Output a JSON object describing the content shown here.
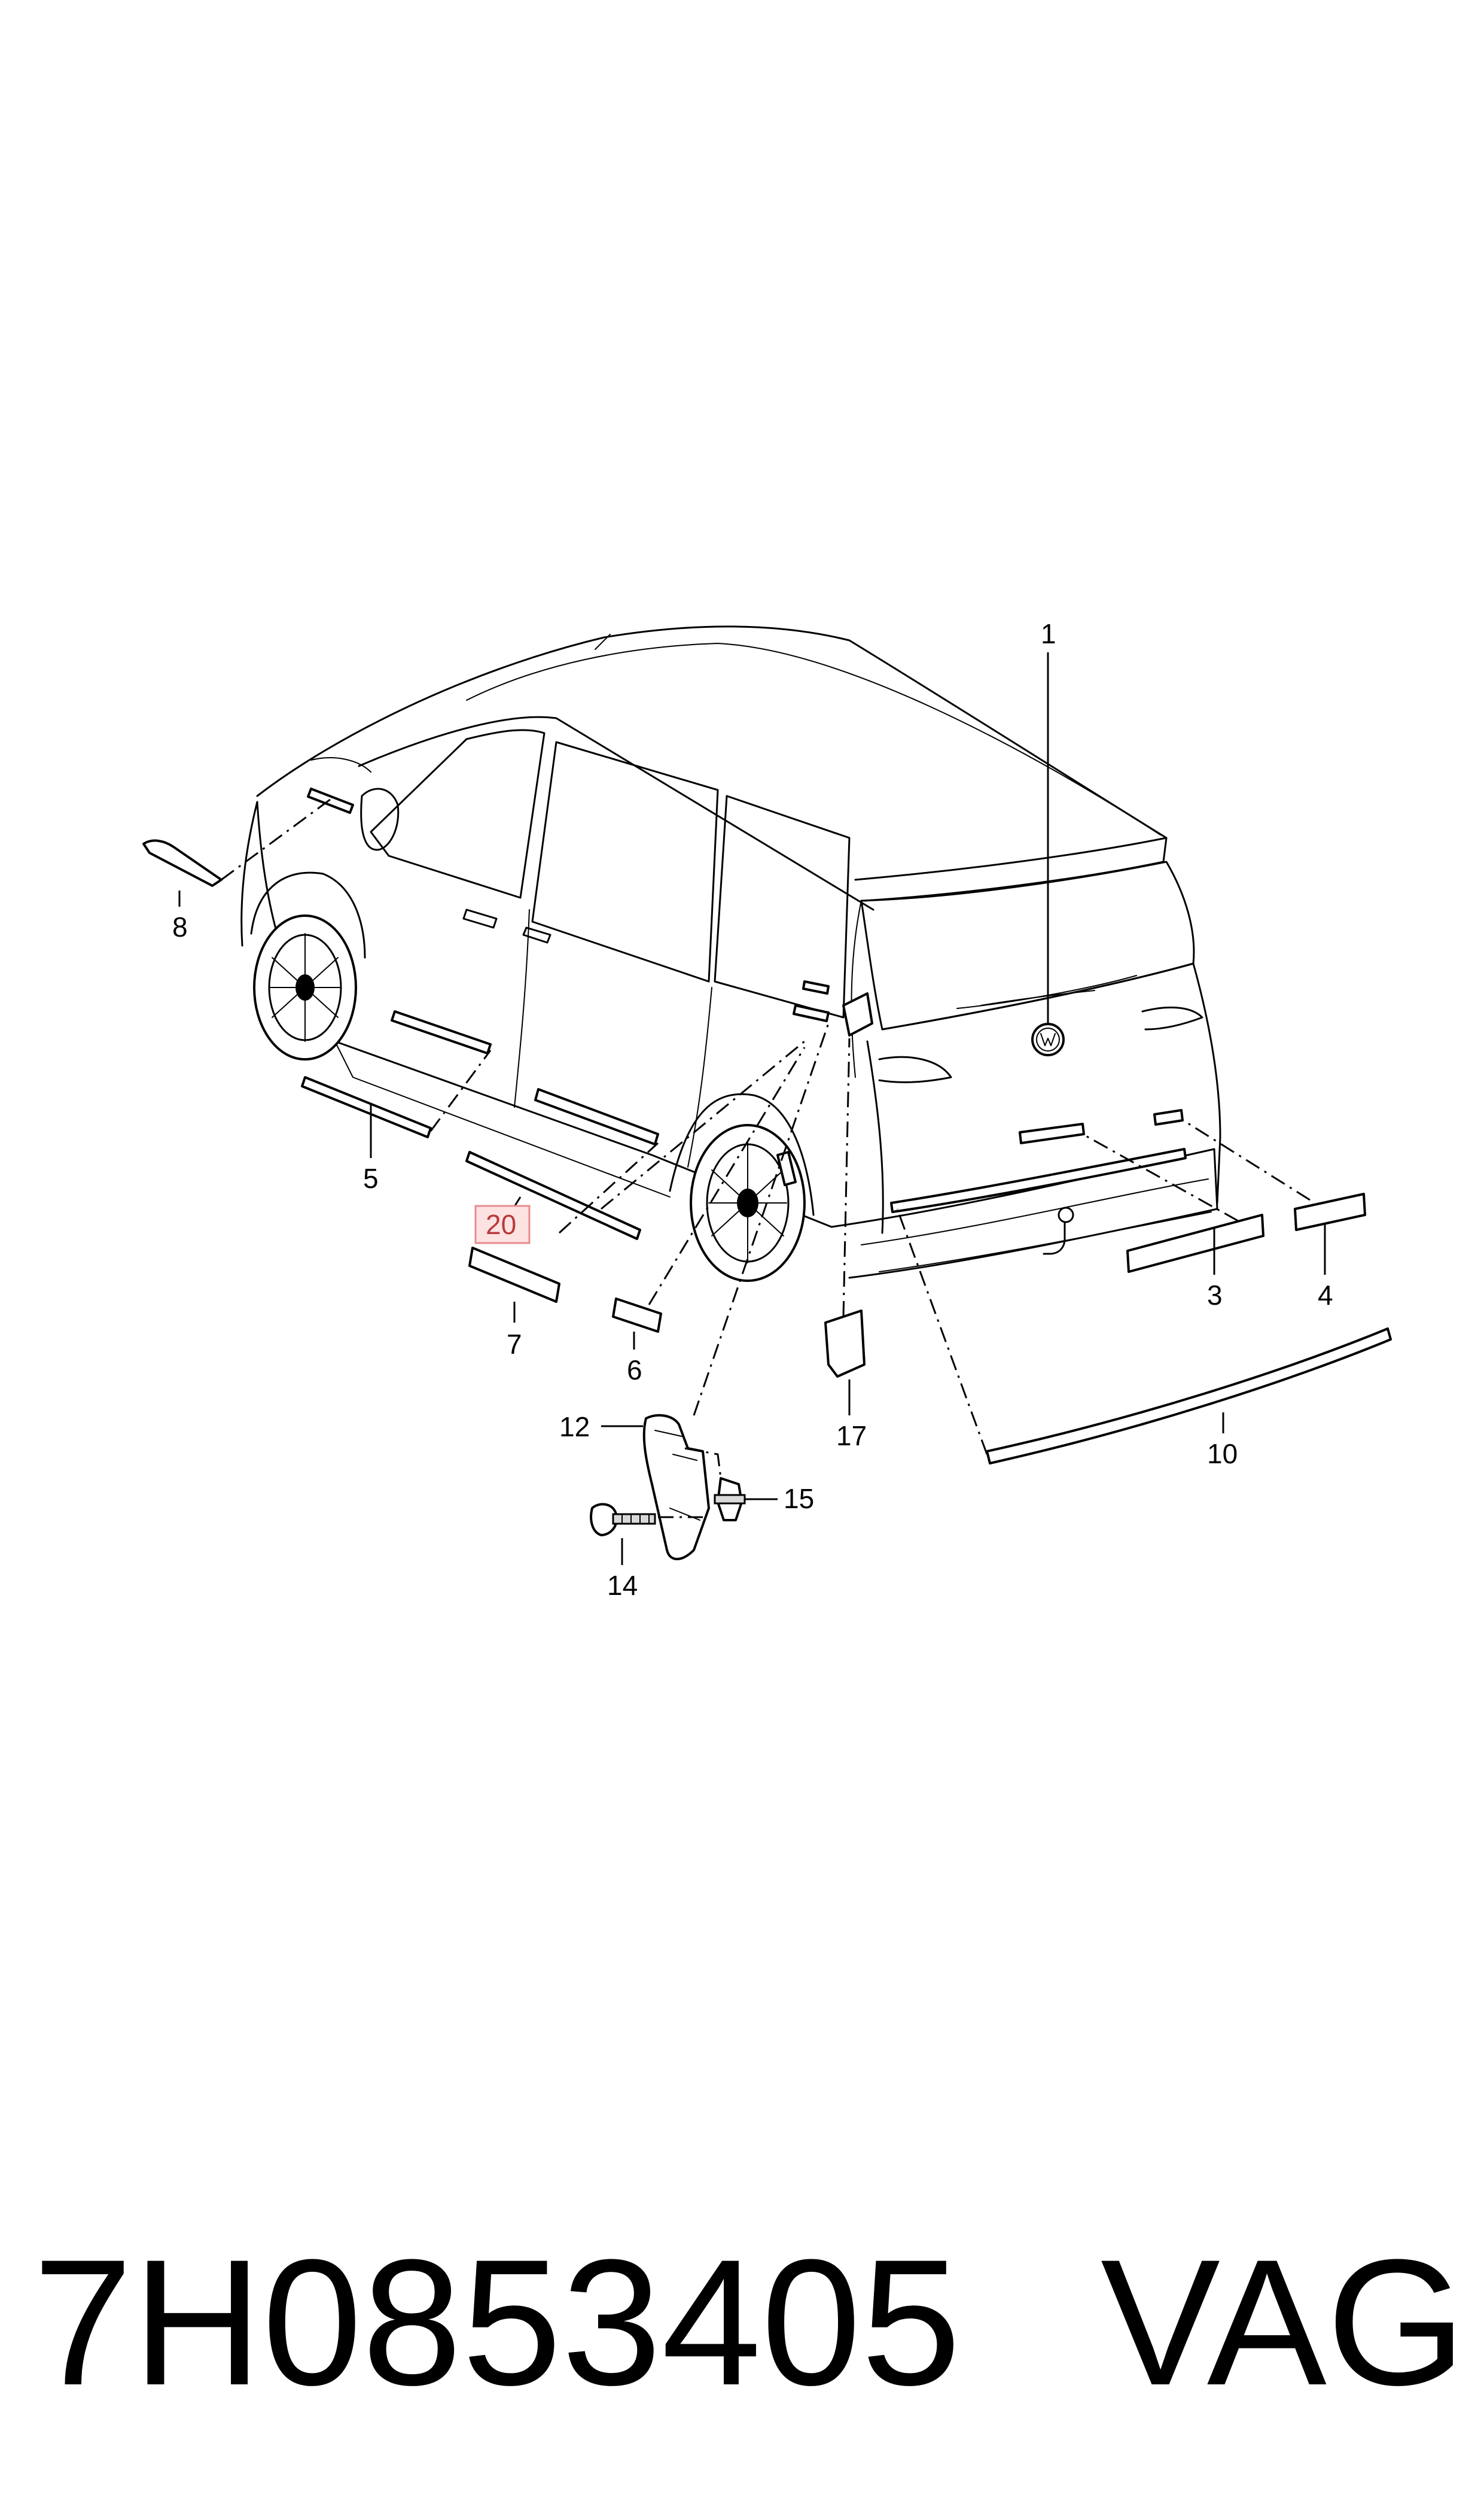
{
  "diagram": {
    "callouts": [
      {
        "id": "1",
        "label": "1"
      },
      {
        "id": "3",
        "label": "3"
      },
      {
        "id": "4",
        "label": "4"
      },
      {
        "id": "5",
        "label": "5"
      },
      {
        "id": "6",
        "label": "6"
      },
      {
        "id": "7",
        "label": "7"
      },
      {
        "id": "8",
        "label": "8"
      },
      {
        "id": "10",
        "label": "10"
      },
      {
        "id": "12",
        "label": "12"
      },
      {
        "id": "14",
        "label": "14"
      },
      {
        "id": "15",
        "label": "15"
      },
      {
        "id": "17",
        "label": "17"
      },
      {
        "id": "20",
        "label": "20",
        "highlighted": true
      }
    ],
    "highlight_color": "#e88c8c"
  },
  "footer": {
    "part_number": "7H0853405",
    "brand": "VAG"
  }
}
